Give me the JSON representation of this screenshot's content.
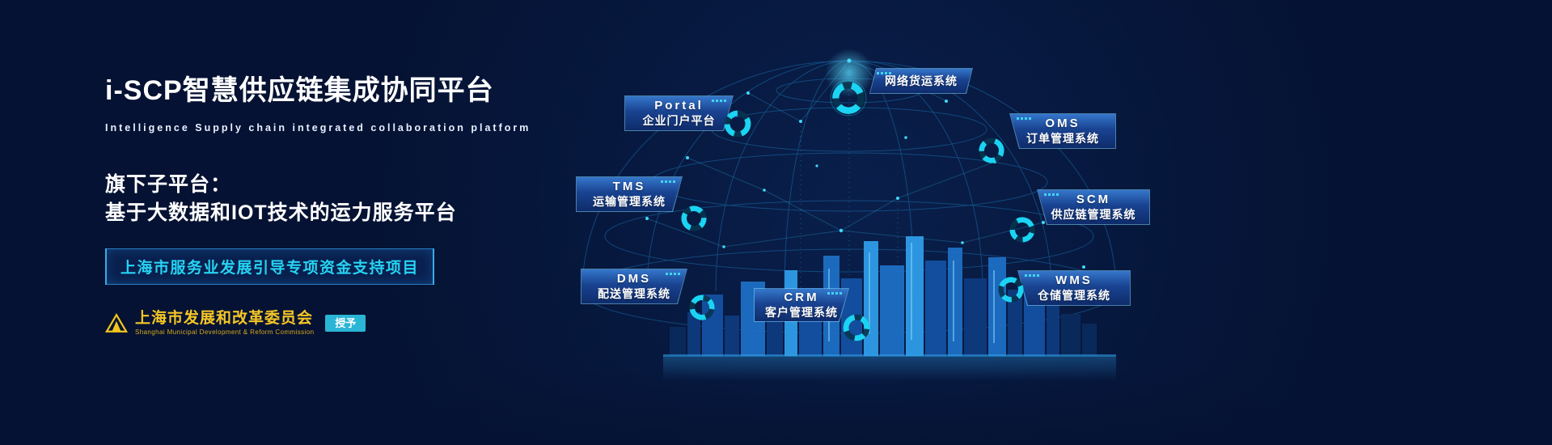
{
  "theme": {
    "background": "#051233",
    "accent_cyan": "#1ed2f0",
    "tag_border": "#7fd4ff",
    "gold": "#f5c625",
    "award_badge_bg": "#2ab5d5"
  },
  "hero": {
    "title": "i-SCP智慧供应链集成协同平台",
    "subtitle": "Intelligence Supply chain integrated collaboration platform",
    "sub_platform_label": "旗下子平台：",
    "sub_platform_name": "基于大数据和IOT技术的运力服务平台",
    "funding_badge": "上海市服务业发展引导专项资金支持项目",
    "authority": {
      "name": "上海市发展和改革委员会",
      "name_en": "Shanghai Municipal Development & Reform Commission",
      "award_label": "授予"
    }
  },
  "diagram": {
    "nodes": [
      {
        "id": "portal",
        "line1": "Portal",
        "line2": "企业门户平台"
      },
      {
        "id": "freight",
        "line1": "",
        "line2": "网络货运系统"
      },
      {
        "id": "oms",
        "line1": "OMS",
        "line2": "订单管理系统"
      },
      {
        "id": "tms",
        "line1": "TMS",
        "line2": "运输管理系统"
      },
      {
        "id": "scm",
        "line1": "SCM",
        "line2": "供应链管理系统"
      },
      {
        "id": "dms",
        "line1": "DMS",
        "line2": "配送管理系统"
      },
      {
        "id": "crm",
        "line1": "CRM",
        "line2": "客户管理系统"
      },
      {
        "id": "wms",
        "line1": "WMS",
        "line2": "仓储管理系统"
      }
    ]
  }
}
